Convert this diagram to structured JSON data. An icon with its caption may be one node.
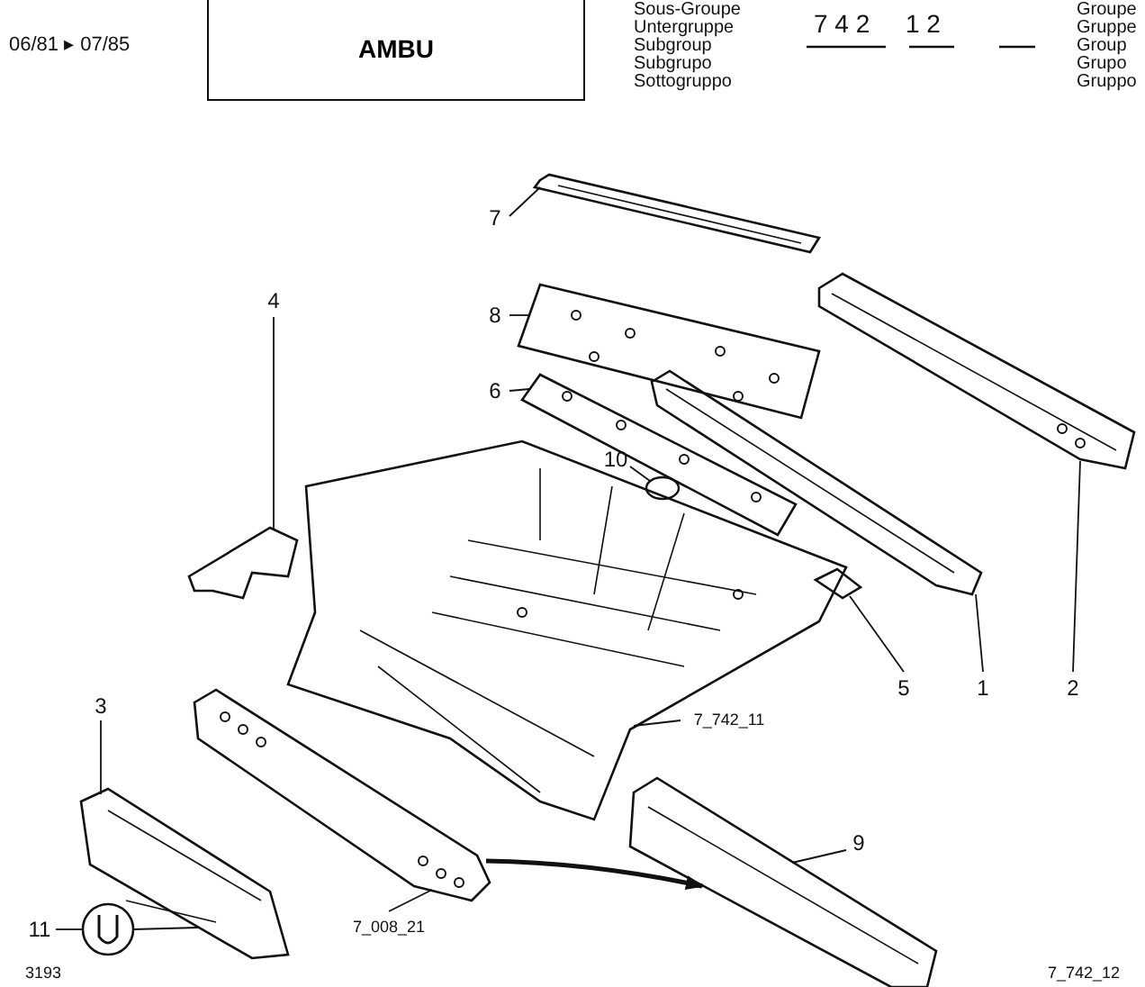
{
  "diagram": {
    "nodes": [
      {
        "text": [
          "AMBU"
        ]
      },
      {
        "text": [
          "7"
        ]
      },
      {
        "text": [],
        "shape": "picture"
      },
      {
        "text": [
          "8"
        ]
      },
      {
        "text": [],
        "shape": "picture"
      },
      {
        "text": [
          "6"
        ]
      },
      {
        "text": [],
        "shape": "picture"
      },
      {
        "text": [
          "10"
        ]
      },
      {
        "text": [],
        "shape": "circle"
      },
      {
        "text": [
          "4"
        ]
      },
      {
        "text": [],
        "shape": "picture"
      },
      {
        "text": [],
        "shape": "picture"
      },
      {
        "text": [
          "7_742_11"
        ]
      },
      {
        "text": [
          "5"
        ]
      },
      {
        "text": [],
        "shape": "picture"
      },
      {
        "text": [
          "1"
        ]
      },
      {
        "text": [],
        "shape": "picture"
      },
      {
        "text": [
          "2"
        ]
      },
      {
        "text": [],
        "shape": "picture"
      },
      {
        "text": [
          "3"
        ]
      },
      {
        "text": [],
        "shape": "picture"
      },
      {
        "text": [],
        "shape": "picture"
      },
      {
        "text": [
          "7_008_21"
        ]
      },
      {
        "text": [
          "9"
        ]
      },
      {
        "text": [],
        "shape": "picture"
      },
      {
        "text": [
          "11"
        ]
      },
      {
        "text": [],
        "shape": "picture"
      }
    ],
    "edges": [
      {
        "from": 1,
        "to": 2,
        "arrow": "none"
      },
      {
        "from": 3,
        "to": 4,
        "arrow": "none"
      },
      {
        "from": 5,
        "to": 6,
        "arrow": "none"
      },
      {
        "from": 7,
        "to": 8,
        "arrow": "none"
      },
      {
        "from": 9,
        "to": 10,
        "arrow": "none"
      },
      {
        "from": 12,
        "to": 11,
        "arrow": "none"
      },
      {
        "from": 13,
        "to": 14,
        "arrow": "none"
      },
      {
        "from": 15,
        "to": 16,
        "arrow": "none"
      },
      {
        "from": 17,
        "to": 18,
        "arrow": "none"
      },
      {
        "from": 19,
        "to": 20,
        "arrow": "none"
      },
      {
        "from": 22,
        "to": 21,
        "arrow": "none"
      },
      {
        "from": 23,
        "to": 24,
        "arrow": "none"
      },
      {
        "from": 25,
        "to": 26,
        "arrow": "none"
      },
      {
        "from": 26,
        "to": 20,
        "arrow": "none"
      },
      {
        "from": 21,
        "to": 24,
        "arrow": "to",
        "style": "thick"
      }
    ],
    "labels": [
      "06/81 ▸ 07/85",
      "Sous-Groupe",
      "Untergruppe",
      "Subgroup",
      "Subgrupo",
      "Sottogruppo",
      "7 4 2",
      "1 2",
      "Groupe",
      "Gruppe",
      "Group",
      "Grupo",
      "Gruppo",
      "3193",
      "7_742_12"
    ]
  }
}
